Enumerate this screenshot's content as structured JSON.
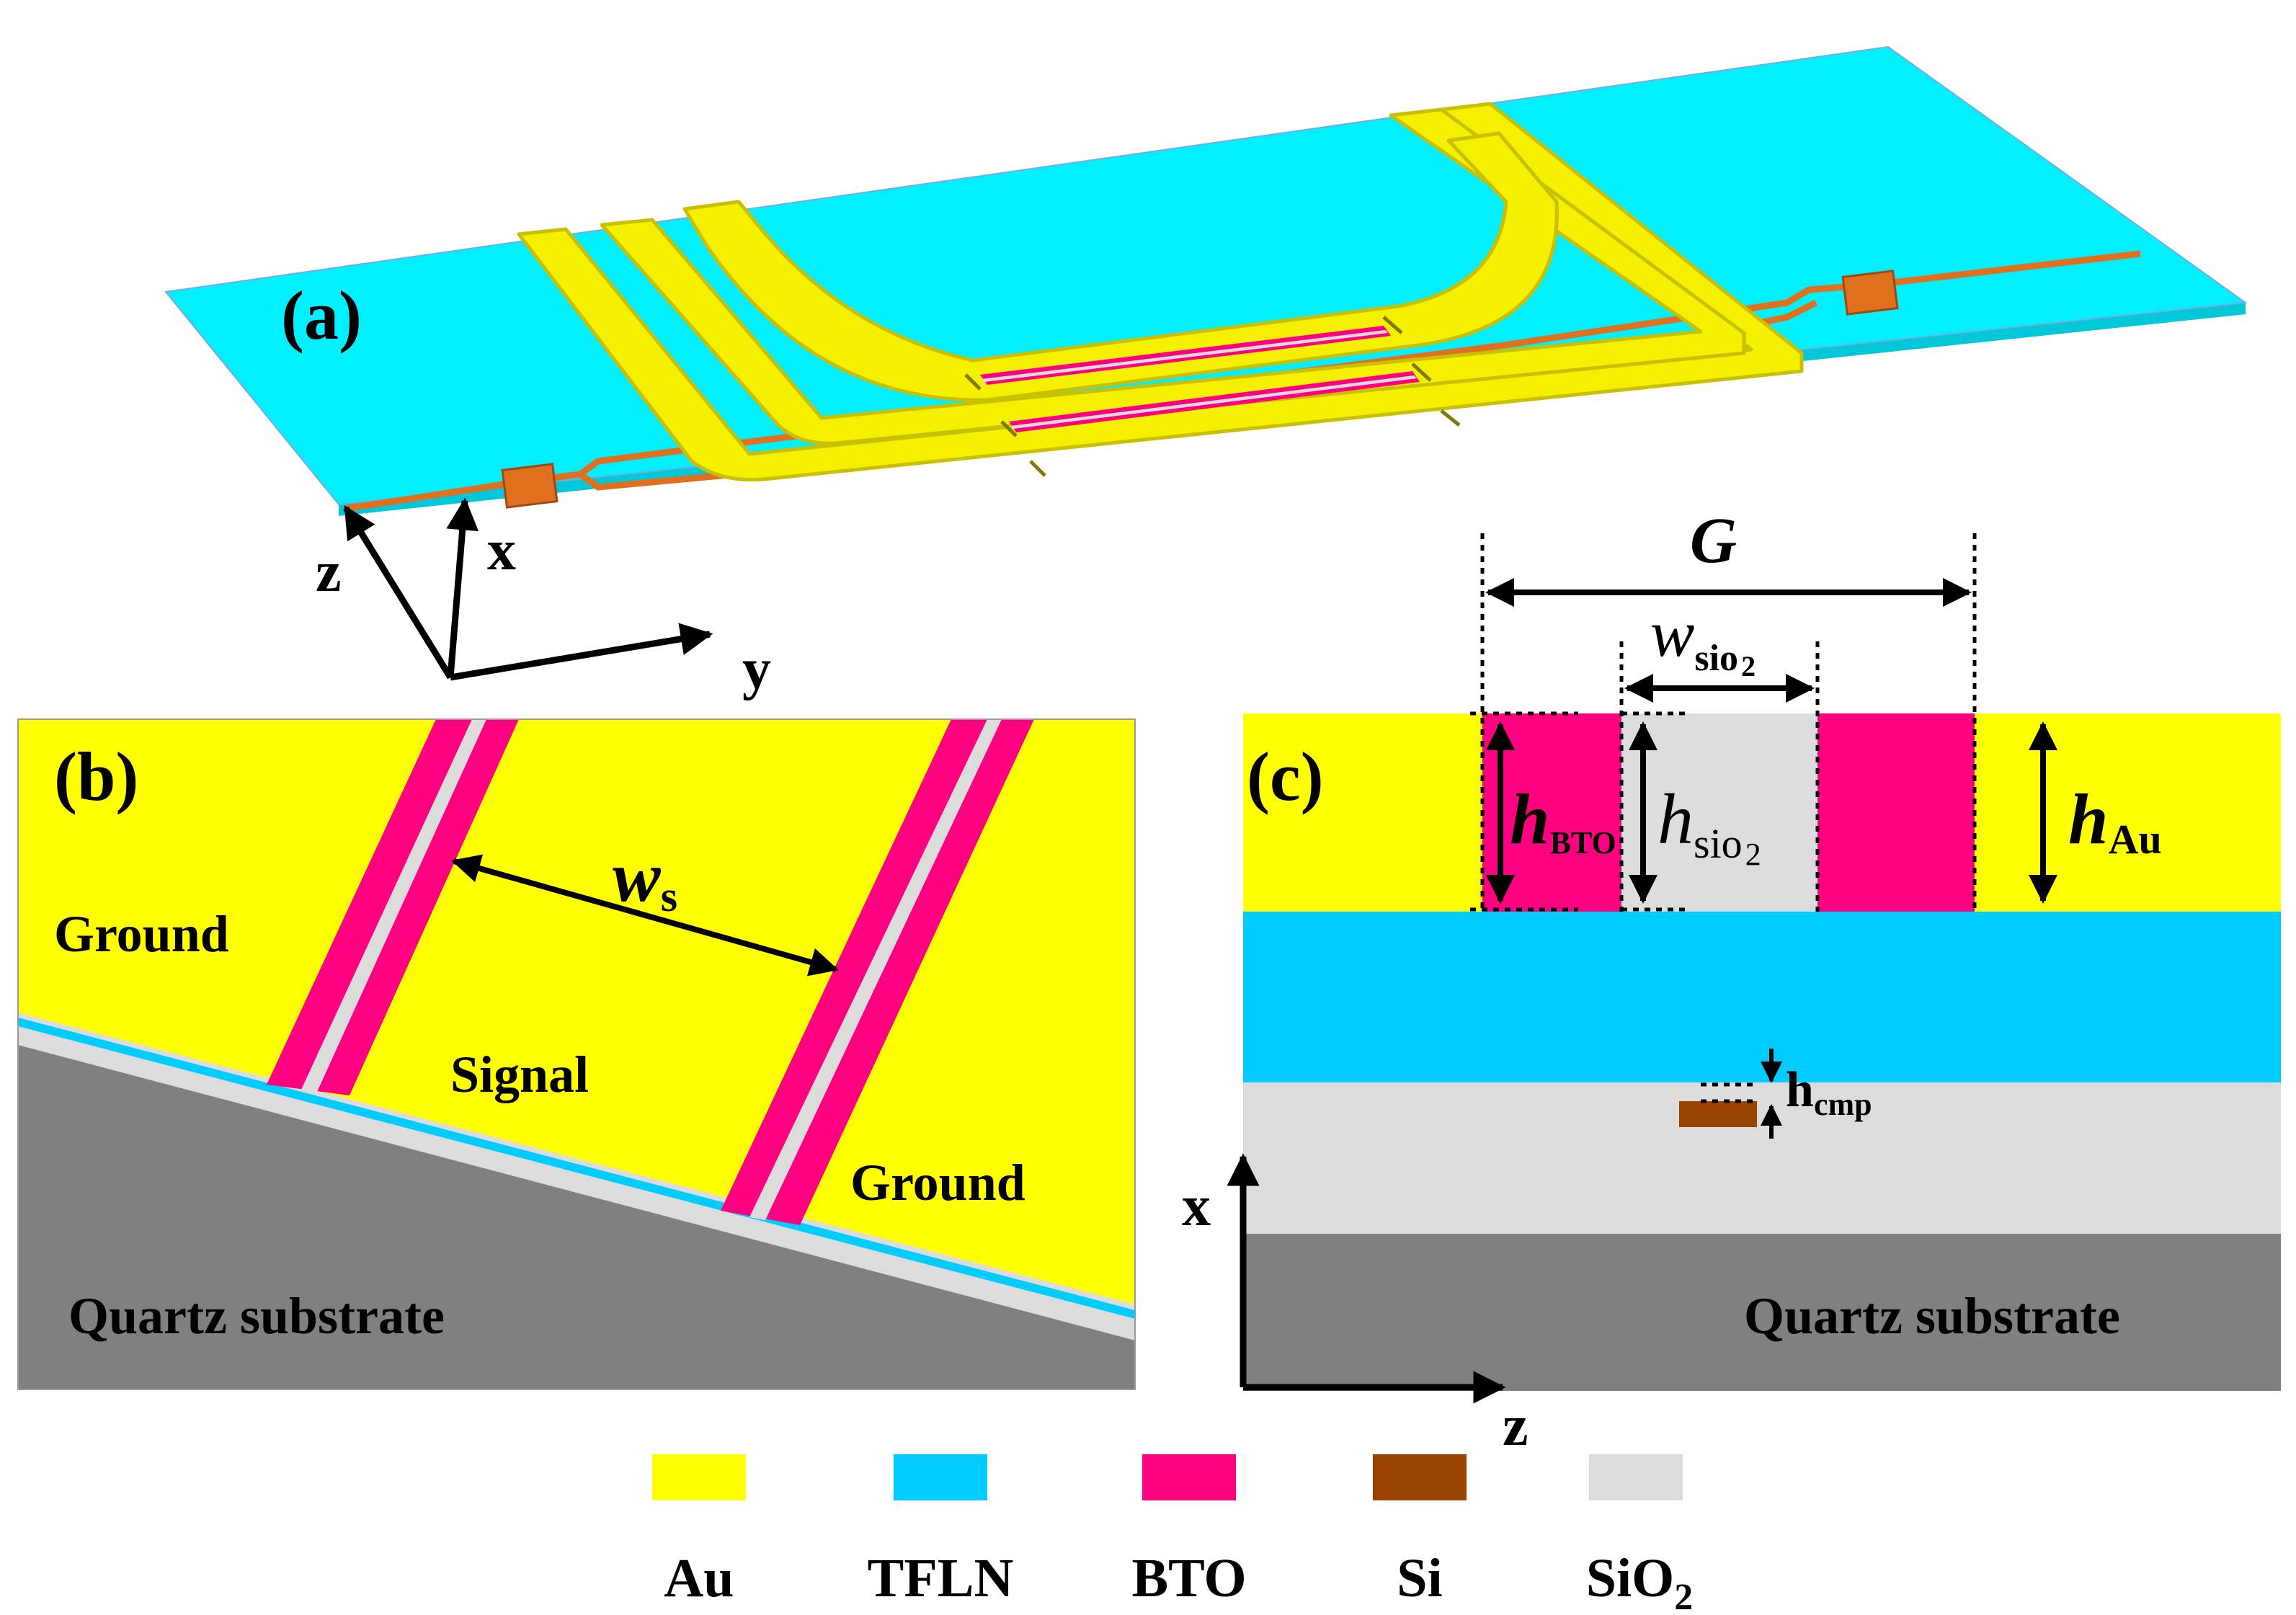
{
  "panel_a": {
    "label": "(a)",
    "axes": {
      "z": "z",
      "x": "x",
      "y": "y"
    }
  },
  "panel_b": {
    "label": "(b)",
    "ground_left": "Ground",
    "signal": "Signal",
    "ground_right": "Ground",
    "substrate": "Quartz substrate",
    "gap_label": {
      "main": "w",
      "sub": "s"
    }
  },
  "panel_c": {
    "label": "(c)",
    "gap_label": "G",
    "w_sio2": {
      "main": "w",
      "sub": "sio",
      "subsub": "2"
    },
    "h_bto": {
      "main": "h",
      "sub": "BTO"
    },
    "h_sio2": {
      "main": "h",
      "sub": "sio",
      "subsub": "2"
    },
    "h_au": {
      "main": "h",
      "sub": "Au"
    },
    "h_cmp": {
      "main": "h",
      "sub": "cmp"
    },
    "substrate": "Quartz substrate",
    "axes": {
      "x": "x",
      "z": "z"
    }
  },
  "legend": [
    {
      "name": "Au",
      "color": "#ffff00"
    },
    {
      "name": "TFLN",
      "color": "#00ccff"
    },
    {
      "name": "BTO",
      "color": "#ff0080"
    },
    {
      "name": "Si",
      "color": "#994400"
    },
    {
      "name": "SiO",
      "sub": "2",
      "color": "#dcdcdc"
    }
  ],
  "colors": {
    "gold": "#ffff00",
    "gold_3d": "#f5f000",
    "cyan_3d": "#00f0ff",
    "tfln": "#00ccff",
    "bto": "#ff0080",
    "si": "#994400",
    "sio2": "#dcdcdc",
    "quartz": "#808080",
    "waveguide": "#e0701e"
  }
}
